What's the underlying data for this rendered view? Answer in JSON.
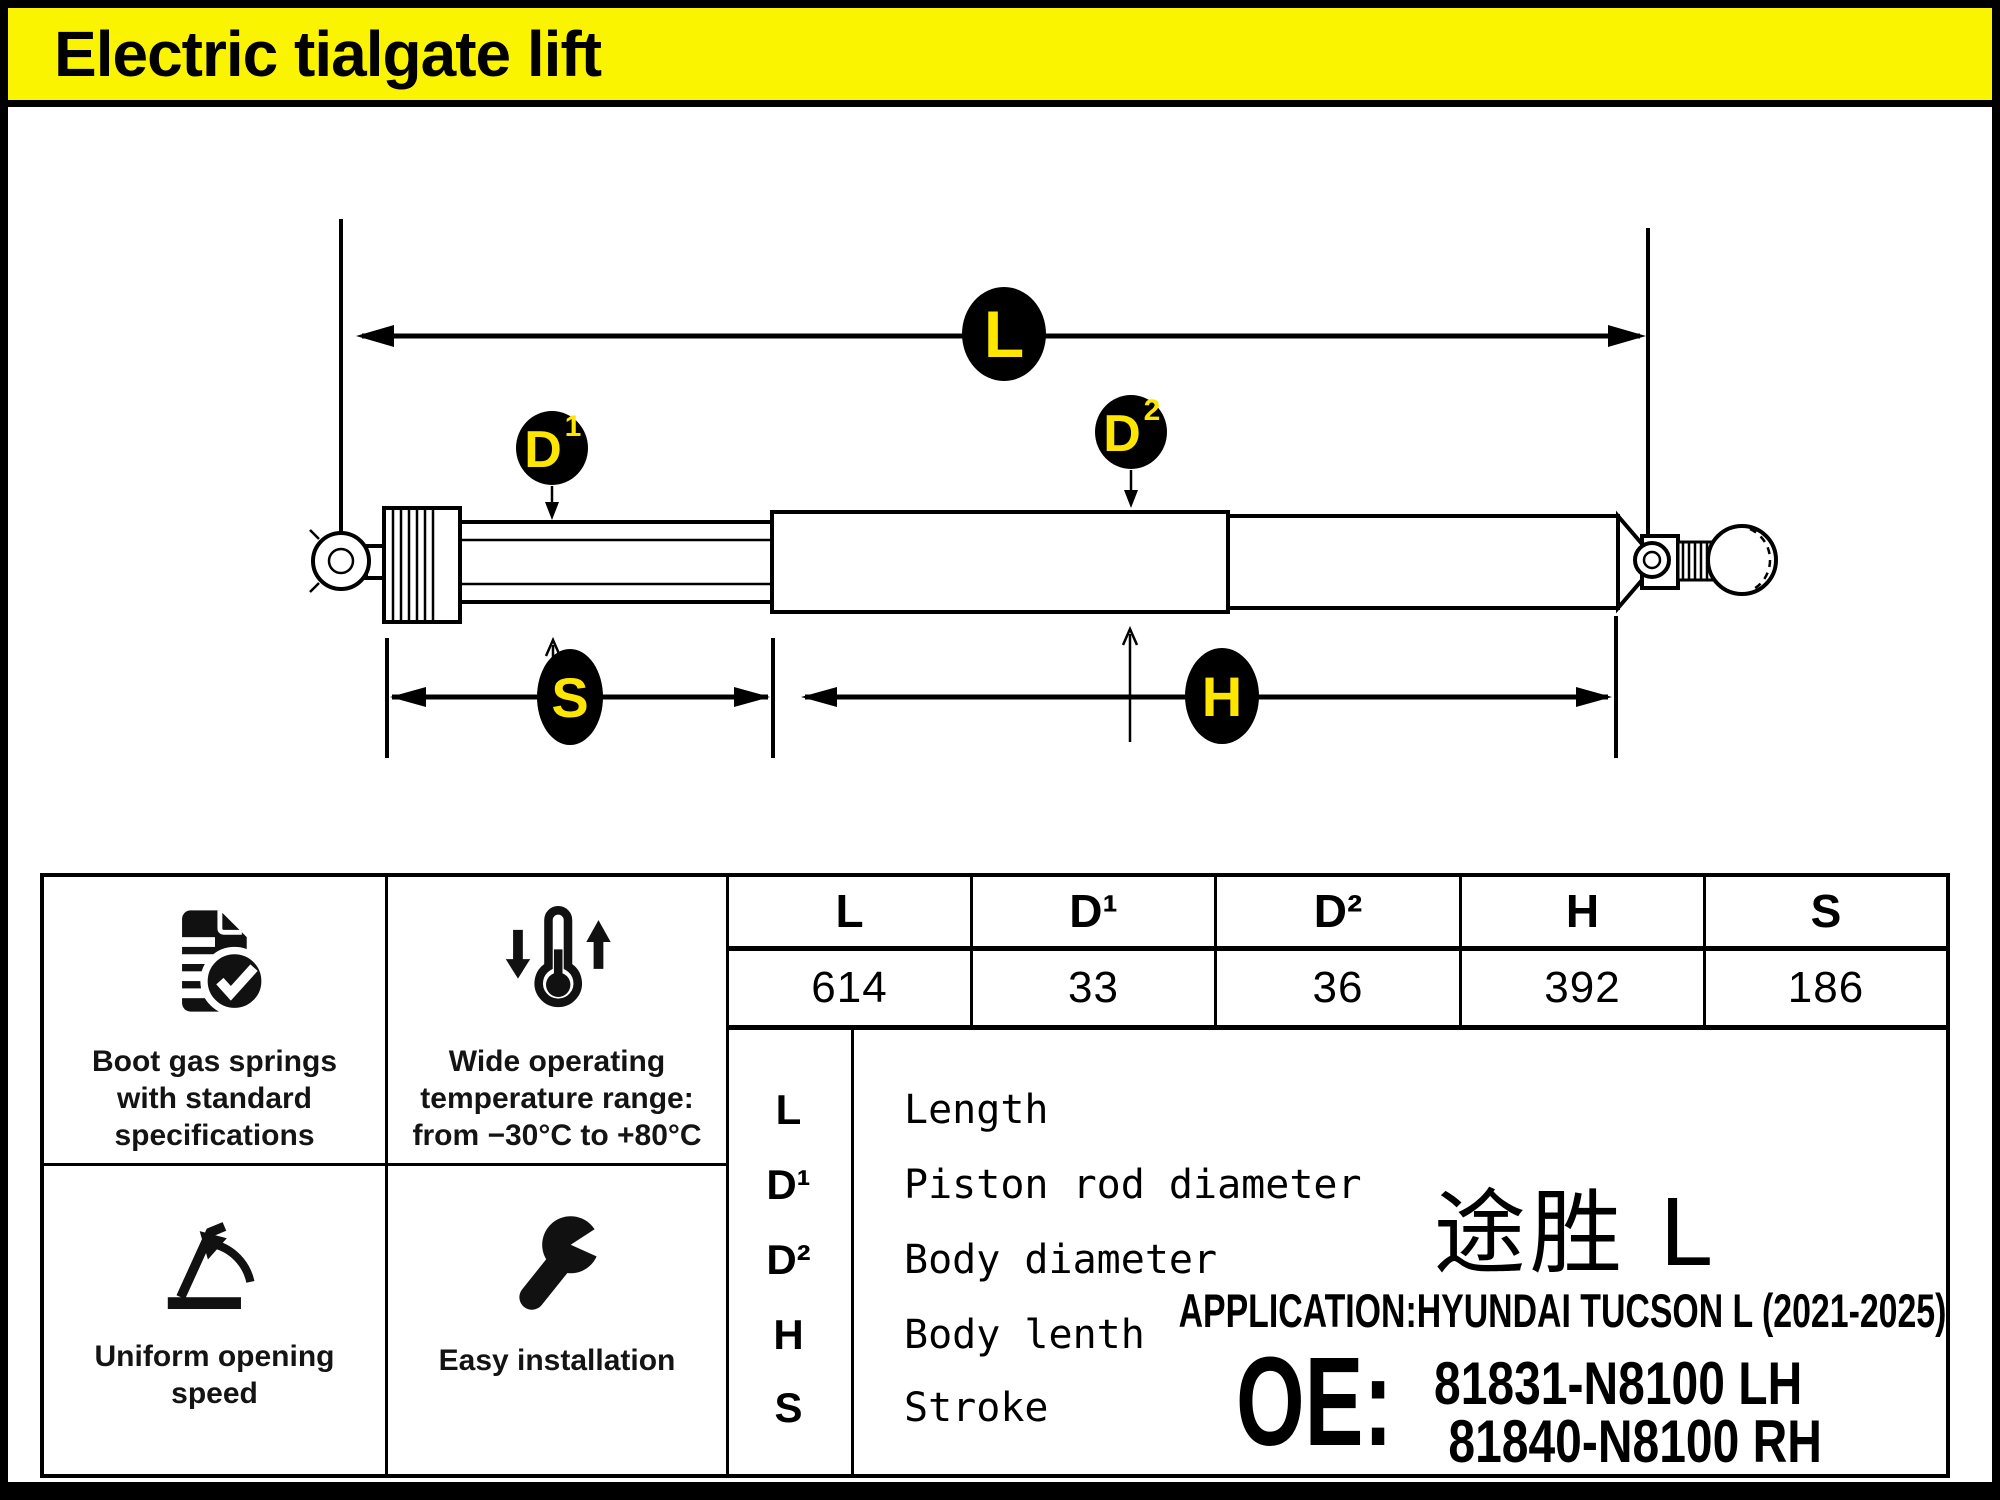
{
  "window": {
    "title": "Electric tialgate lift"
  },
  "colors": {
    "banner_yellow": "#FAF400",
    "badge_letter_yellow": "#FFE600",
    "ink": "#000000",
    "paper": "#FFFFFF"
  },
  "diagram": {
    "l_label": "L",
    "d1_base": "D",
    "d1_sup": "1",
    "d2_base": "D",
    "d2_sup": "2",
    "s_label": "S",
    "h_label": "H"
  },
  "spec_table": {
    "columns": [
      "L",
      "D¹",
      "D²",
      "H",
      "S"
    ],
    "values": [
      "614",
      "33",
      "36",
      "392",
      "186"
    ]
  },
  "legend": {
    "entries": [
      {
        "symbol": "L",
        "description": "Length"
      },
      {
        "symbol": "D¹",
        "description": "Piston rod diameter"
      },
      {
        "symbol": "D²",
        "description": "Body diameter"
      },
      {
        "symbol": "H",
        "description": "Body lenth"
      },
      {
        "symbol": "S",
        "description": "Stroke"
      }
    ]
  },
  "features": [
    {
      "icon": "document-check-icon",
      "label": "Boot gas springs with standard specifications"
    },
    {
      "icon": "thermometer-range-icon",
      "label": "Wide operating temperature range: from −30°C to +80°C"
    },
    {
      "icon": "uniform-speed-icon",
      "label": "Uniform opening speed"
    },
    {
      "icon": "wrench-icon",
      "label": "Easy installation"
    }
  ],
  "product": {
    "model_cn": "途胜 L",
    "application": "APPLICATION:HYUNDAI TUCSON L (2021-2025)",
    "oe_label": "OE:",
    "oe_numbers": [
      "81831-N8100 LH",
      "81840-N8100 RH"
    ]
  }
}
